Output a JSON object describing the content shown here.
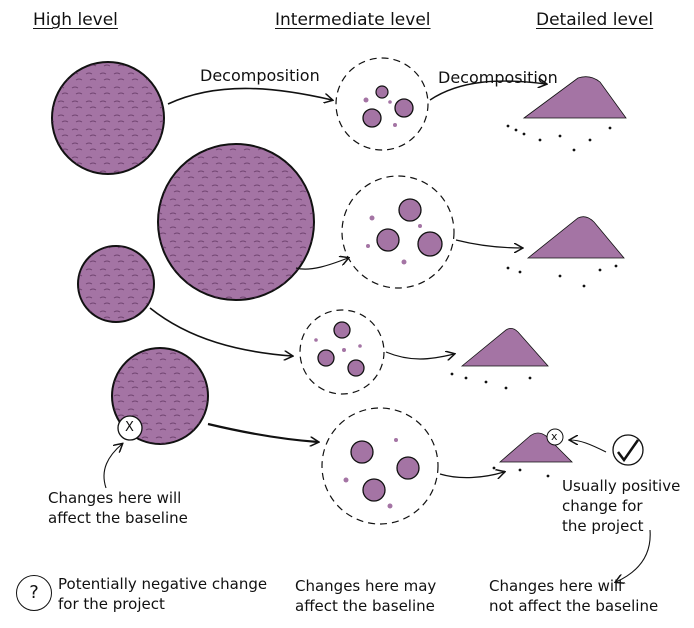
{
  "headers": {
    "high": "High level",
    "intermediate": "Intermediate level",
    "detailed": "Detailed level"
  },
  "arrow_labels": {
    "first": "Decomposition",
    "second": "Decomposition"
  },
  "markers": {
    "x_mark": "X",
    "small_x": "x",
    "question": "?"
  },
  "notes": {
    "high_changes_line1": "Changes here will",
    "high_changes_line2": "affect the baseline",
    "positive_line1": "Usually positive",
    "positive_line2": "change for",
    "positive_line3": "the project",
    "negative_line1": "Potentially negative change",
    "negative_line2": "for the project",
    "intermediate_line1": "Changes here may",
    "intermediate_line2": "affect the baseline",
    "detailed_line1": "Changes here will",
    "detailed_line2": "not affect the baseline"
  },
  "colors": {
    "rock": "#a474a4",
    "rock_dark": "#6e3f6e",
    "outline": "#111111"
  },
  "icons": [
    "question-icon",
    "checkmark-icon",
    "x-marker-icon"
  ]
}
